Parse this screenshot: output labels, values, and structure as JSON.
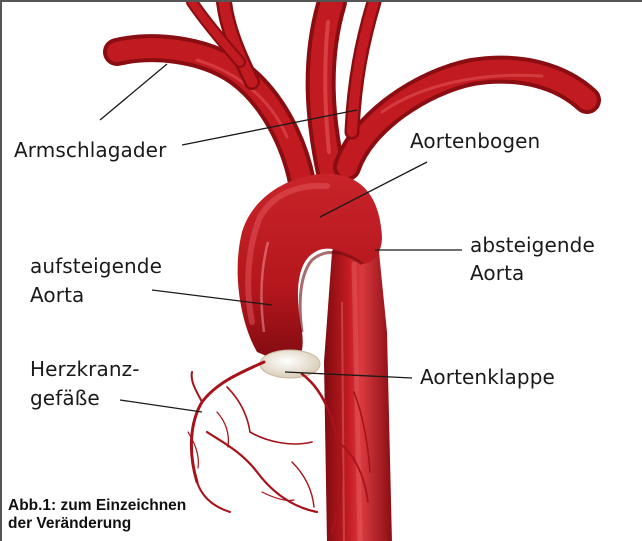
{
  "labels": {
    "armschlagader": "Armschlagader",
    "aortenbogen": "Aortenbogen",
    "absteigende_line1": "absteigende",
    "absteigende_line2": "Aorta",
    "aufsteigende_line1": "aufsteigende",
    "aufsteigende_line2": "Aorta",
    "herzkranz_line1": "Herzkranz-",
    "herzkranz_line2": "gefäße",
    "aortenklappe": "Aortenklappe"
  },
  "caption": {
    "line1": "Abb.1: zum Einzeichnen",
    "line2": "der Veränderung"
  },
  "colors": {
    "artery": "#b8161c",
    "artery_dark": "#7d0b10",
    "artery_highlight": "#e4585d",
    "valve": "#efe6d6",
    "leader_line": "#1a1a1a"
  }
}
